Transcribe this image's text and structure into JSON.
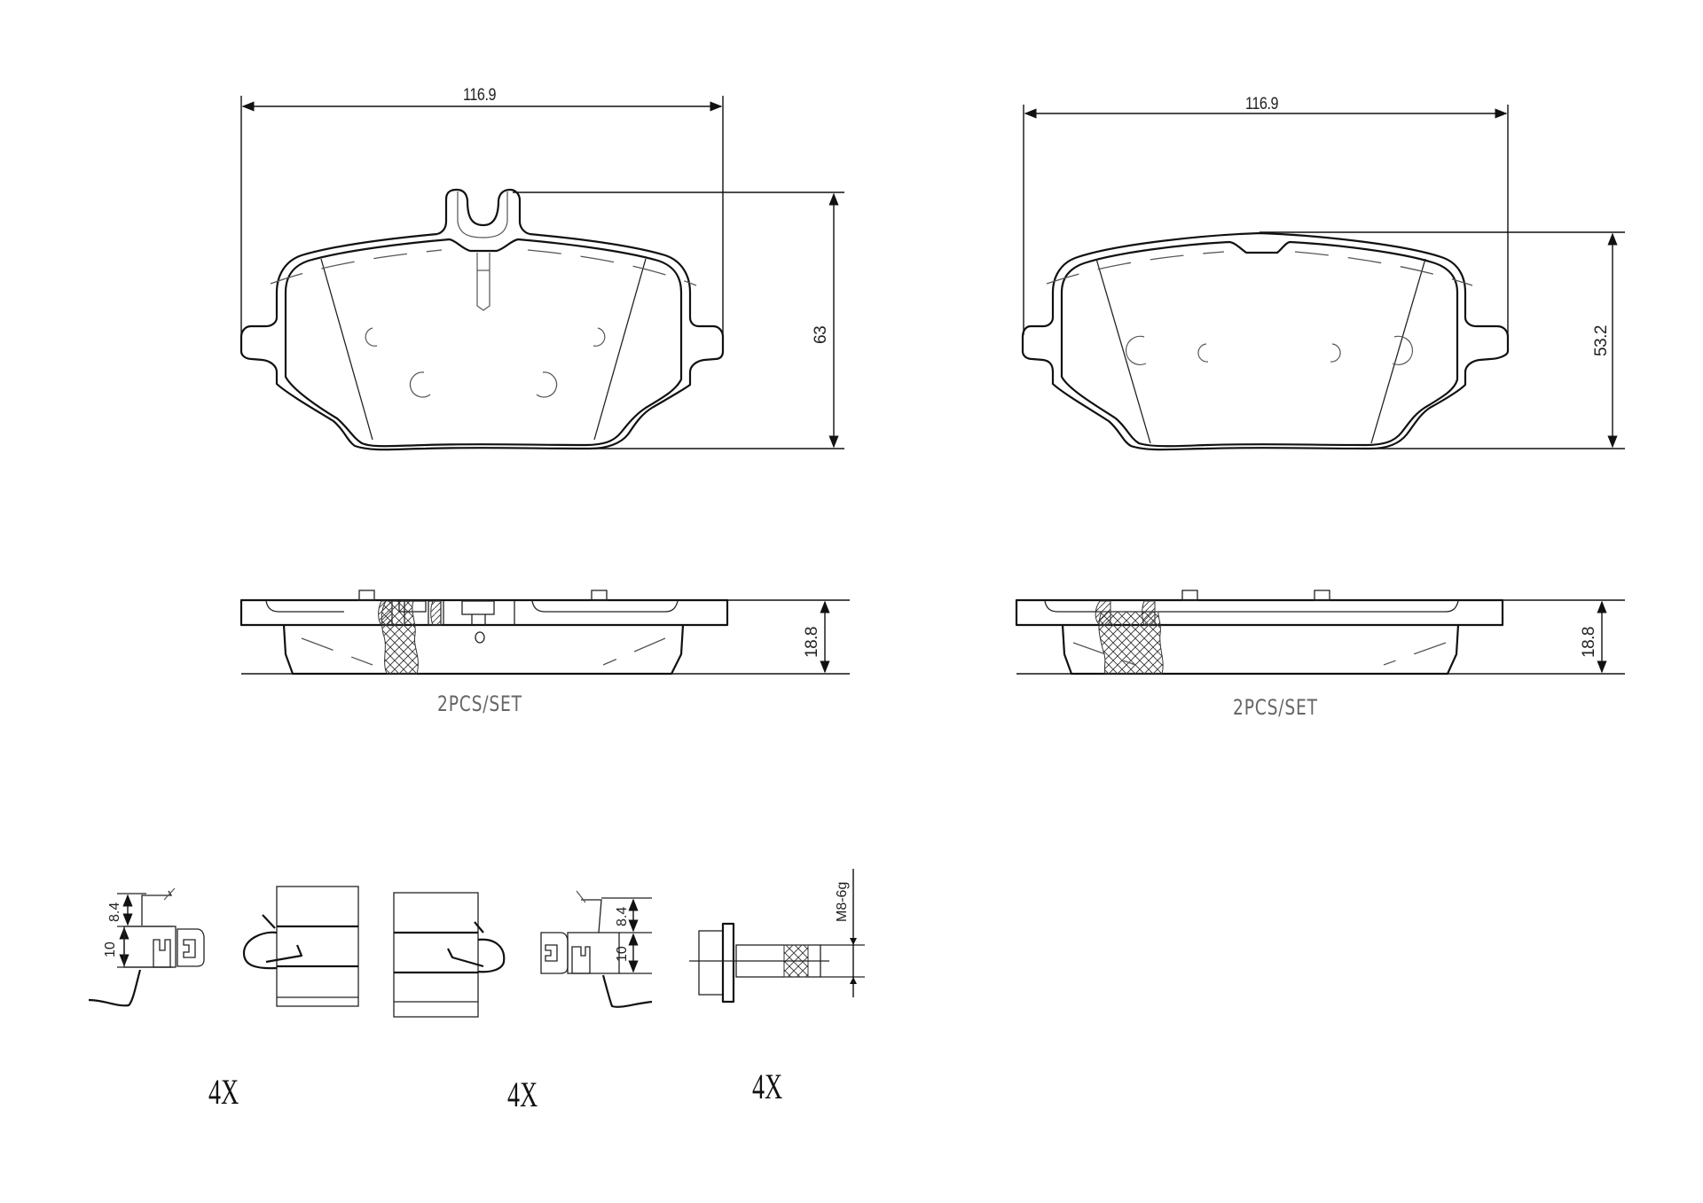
{
  "drawing": {
    "title": "Brake pad set technical drawing",
    "pads": [
      {
        "id": "pad-left",
        "top_view": {
          "width_label": "116.9",
          "height_label": "63",
          "feature": "wear-sensor-clip"
        },
        "side_view": {
          "thickness_label": "18.8",
          "quantity_note": "2PCS/SET"
        }
      },
      {
        "id": "pad-right",
        "top_view": {
          "width_label": "116.9",
          "height_label": "53.2",
          "feature": "center-notch"
        },
        "side_view": {
          "thickness_label": "18.8",
          "quantity_note": "2PCS/SET"
        }
      }
    ],
    "hardware": {
      "clip_a": {
        "dim_upper": "8.4",
        "dim_lower": "10"
      },
      "clip_b": {
        "dim_upper": "8.4",
        "dim_lower": "10"
      },
      "bolt": {
        "thread_label": "M8-6g"
      },
      "quantities": [
        "4X",
        "4X",
        "4X"
      ]
    }
  }
}
